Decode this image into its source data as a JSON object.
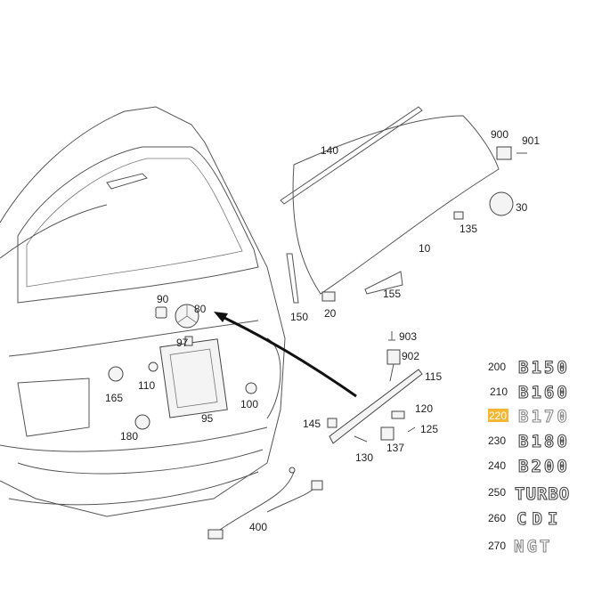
{
  "callouts": {
    "p10": "10",
    "p20": "20",
    "p30": "30",
    "p80": "80",
    "p90": "90",
    "p95": "95",
    "p97": "97",
    "p100": "100",
    "p110": "110",
    "p115": "115",
    "p120": "120",
    "p125": "125",
    "p130": "130",
    "p135": "135",
    "p137": "137",
    "p140": "140",
    "p145": "145",
    "p150": "150",
    "p155": "155",
    "p165": "165",
    "p180": "180",
    "p400": "400",
    "p900": "900",
    "p901": "901",
    "p902": "902",
    "p903": "903"
  },
  "emblems": [
    {
      "num": "200",
      "text": "B150",
      "highlighted": false
    },
    {
      "num": "210",
      "text": "B160",
      "highlighted": false
    },
    {
      "num": "220",
      "text": "B170",
      "highlighted": true
    },
    {
      "num": "230",
      "text": "B180",
      "highlighted": false
    },
    {
      "num": "240",
      "text": "B200",
      "highlighted": false
    },
    {
      "num": "250",
      "text": "TURBO",
      "highlighted": false
    },
    {
      "num": "260",
      "text": "CDI",
      "highlighted": false
    },
    {
      "num": "270",
      "text": "NGT",
      "highlighted": false
    }
  ],
  "colors": {
    "highlight": "#f5b731"
  }
}
